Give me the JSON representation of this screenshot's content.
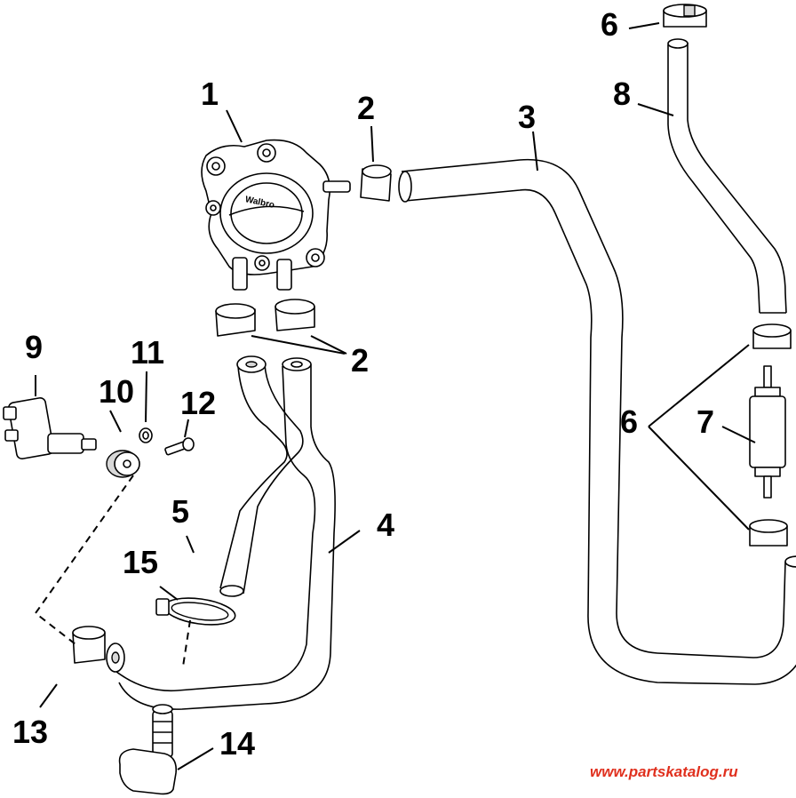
{
  "callouts": [
    {
      "id": "1",
      "label": "1"
    },
    {
      "id": "2a",
      "label": "2"
    },
    {
      "id": "2b",
      "label": "2"
    },
    {
      "id": "3",
      "label": "3"
    },
    {
      "id": "4",
      "label": "4"
    },
    {
      "id": "5",
      "label": "5"
    },
    {
      "id": "6a",
      "label": "6"
    },
    {
      "id": "6b",
      "label": "6"
    },
    {
      "id": "7",
      "label": "7"
    },
    {
      "id": "8",
      "label": "8"
    },
    {
      "id": "9",
      "label": "9"
    },
    {
      "id": "10",
      "label": "10"
    },
    {
      "id": "11",
      "label": "11"
    },
    {
      "id": "12",
      "label": "12"
    },
    {
      "id": "13",
      "label": "13"
    },
    {
      "id": "14",
      "label": "14"
    },
    {
      "id": "15",
      "label": "15"
    }
  ],
  "pump_brand_text": "Walbro",
  "watermark": "www.partskatalog.ru",
  "colors": {
    "line": "#000000",
    "background": "#ffffff",
    "watermark": "#e0301e"
  }
}
